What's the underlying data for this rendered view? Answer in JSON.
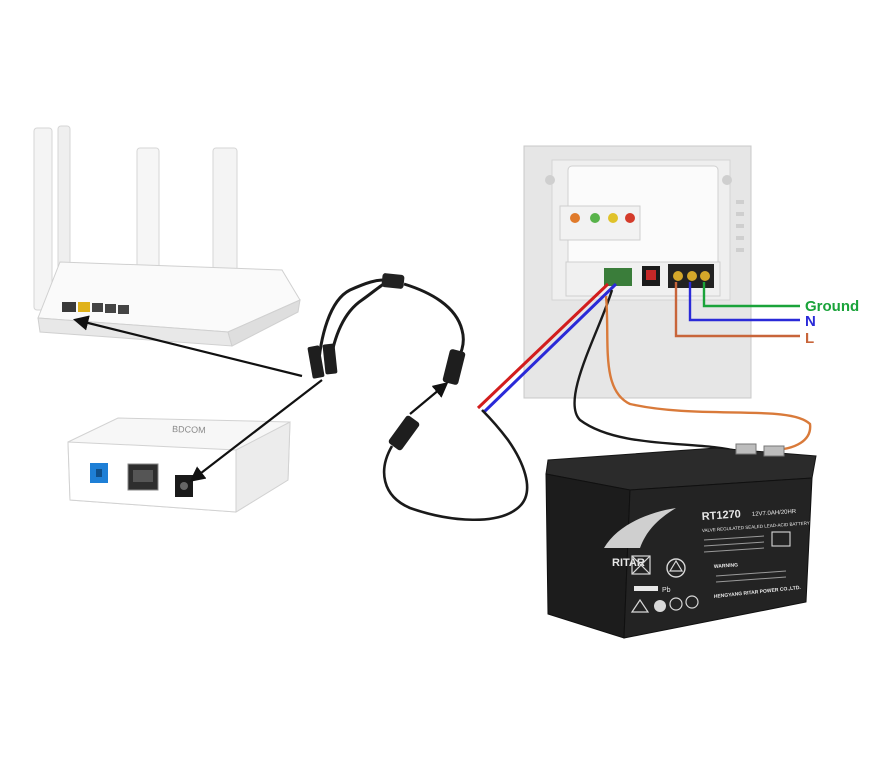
{
  "labels": {
    "ground": "Ground",
    "neutral": "N",
    "live": "L"
  },
  "battery": {
    "brand": "RITAR",
    "model": "RT1270",
    "rating": "12V7.0AH/20HR",
    "type_line": "VALVE REGULATED SEALED LEAD-ACID BATTERY",
    "warning": "WARNING",
    "lead": "Pb",
    "maker": "HENGYANG RITAR POWER CO.,LTD."
  },
  "onu": {
    "brand": "BDCOM"
  },
  "colors": {
    "ground": "#1aa33a",
    "neutral": "#2a2ad8",
    "live": "#c8653a",
    "positive": "#d21d1d",
    "arrow": "#111111",
    "cable": "#1a1a1a",
    "onu_port": "#1e7fd6"
  }
}
